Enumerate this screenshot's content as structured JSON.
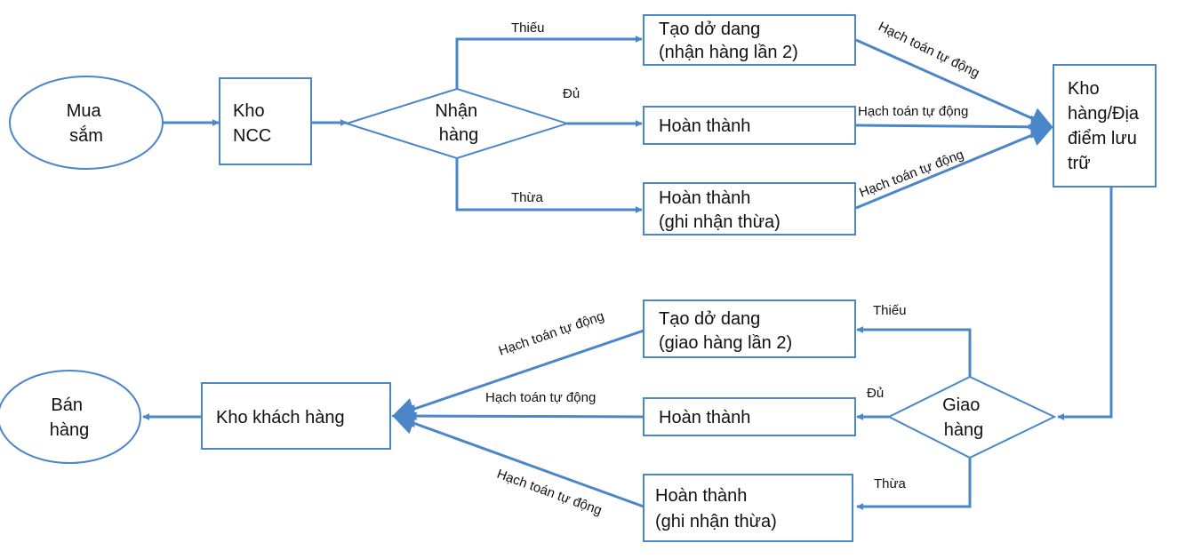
{
  "colors": {
    "stroke": "#4a86c8",
    "fill": "#ffffff",
    "text": "#111111"
  },
  "nodes": {
    "mua_sam": [
      "Mua",
      "sắm"
    ],
    "kho_ncc": [
      "Kho",
      "NCC"
    ],
    "nhan_hang": [
      "Nhận",
      "hàng"
    ],
    "tao_do_dang_nhan": [
      "Tạo dở dang",
      "(nhận hàng lần 2)"
    ],
    "hoan_thanh_nhan": [
      "Hoàn thành"
    ],
    "hoan_thanh_thua_nhan": [
      "Hoàn thành",
      "(ghi nhận thừa)"
    ],
    "kho_hang_dia_diem": [
      "Kho",
      "hàng/Địa",
      "điểm lưu",
      "trữ"
    ],
    "giao_hang": [
      "Giao",
      "hàng"
    ],
    "tao_do_dang_giao": [
      "Tạo dở dang",
      "(giao hàng lần 2)"
    ],
    "hoan_thanh_giao": [
      "Hoàn thành"
    ],
    "hoan_thanh_thua_giao": [
      "Hoàn thành",
      "(ghi nhận thừa)"
    ],
    "kho_khach_hang": [
      "Kho khách hàng"
    ],
    "ban_hang": [
      "Bán",
      "hàng"
    ]
  },
  "edge_labels": {
    "thieu_receive": "Thiếu",
    "du_receive": "Đủ",
    "thua_receive": "Thừa",
    "auto_posting_1": "Hạch toán tự động",
    "auto_posting_2": "Hạch toán tự động",
    "auto_posting_3": "Hạch toán tự động",
    "thieu_deliver": "Thiếu",
    "du_deliver": "Đủ",
    "thua_deliver": "Thừa",
    "auto_posting_4": "Hạch toán tự động",
    "auto_posting_5": "Hạch toán tự động",
    "auto_posting_6": "Hạch toán tự động"
  }
}
